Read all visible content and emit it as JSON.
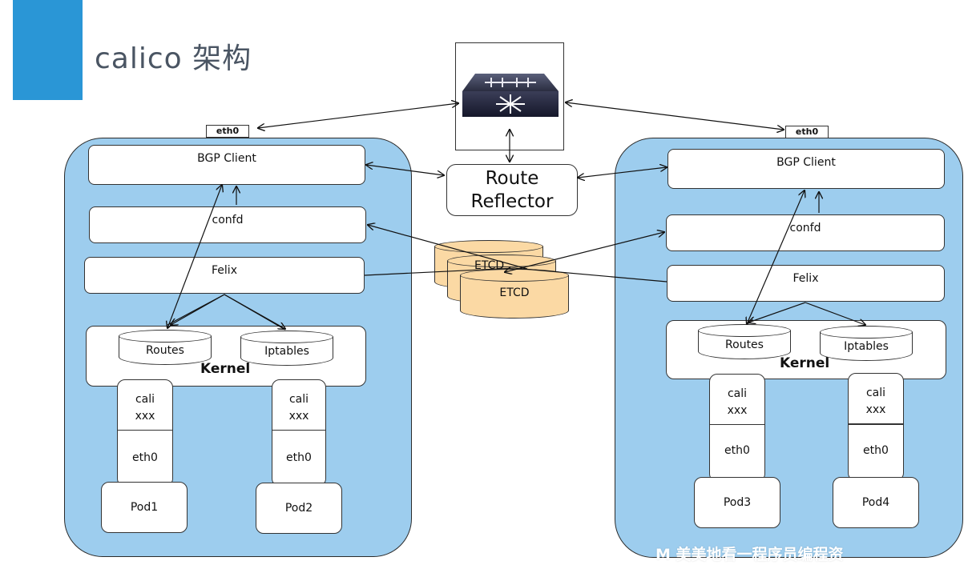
{
  "slide": {
    "title": "calico 架构"
  },
  "router": {
    "icon": "network-switch-icon"
  },
  "route_reflector": {
    "line1": "Route",
    "line2": "Reflector"
  },
  "etcd": {
    "label_back": "ETCD",
    "label_front": "ETCD"
  },
  "left_host": {
    "eth_tag": "eth0",
    "bgp_client": "BGP Client",
    "confd": "confd",
    "felix": "Felix",
    "kernel": "Kernel",
    "routes": "Routes",
    "iptables": "Iptables",
    "pods": [
      {
        "veth_line1": "cali",
        "veth_line2": "xxx",
        "eth": "eth0",
        "name": "Pod1"
      },
      {
        "veth_line1": "cali",
        "veth_line2": "xxx",
        "eth": "eth0",
        "name": "Pod2"
      }
    ]
  },
  "right_host": {
    "eth_tag": "eth0",
    "bgp_client": "BGP Client",
    "confd": "confd",
    "felix": "Felix",
    "kernel": "Kernel",
    "routes": "Routes",
    "iptables": "Iptables",
    "pods": [
      {
        "veth_line1": "cali",
        "veth_line2": "xxx",
        "eth": "eth0",
        "name": "Pod3"
      },
      {
        "veth_line1": "cali",
        "veth_line2": "xxx",
        "eth": "eth0",
        "name": "Pod4"
      }
    ]
  },
  "watermark": {
    "text": "M 美美地看一程序员编程资"
  },
  "colors": {
    "accent": "#2a96d6",
    "host_fill": "#9dcdee",
    "etcd_fill": "#fbd9a4",
    "title": "#4a5563"
  }
}
